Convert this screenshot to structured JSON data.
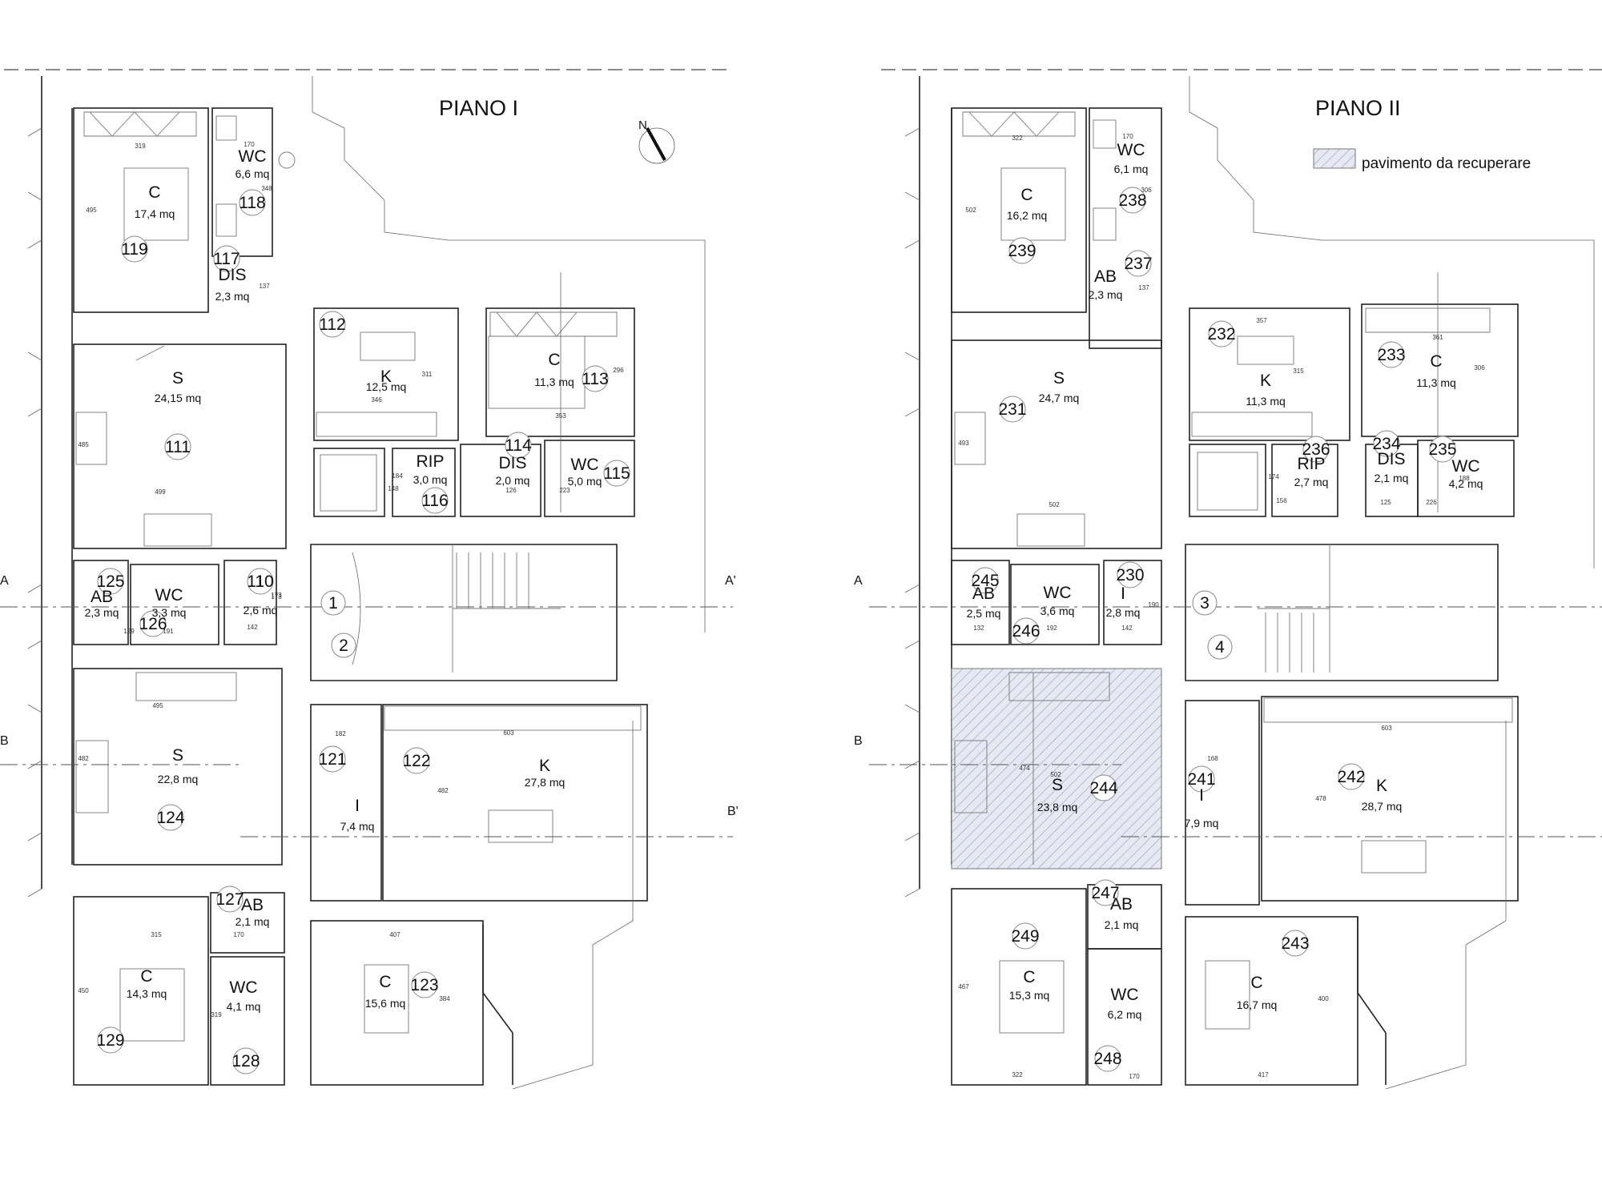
{
  "plans": [
    {
      "title": "PIANO I",
      "rooms": [
        {
          "id": "WC_118a",
          "code": "WC",
          "area": "6,6 mq",
          "num": "118"
        },
        {
          "id": "C_119",
          "code": "C",
          "area": "17,4 mq",
          "num": "119"
        },
        {
          "id": "DIS_117",
          "code": "DIS",
          "area": "2,3 mq",
          "num": "117"
        },
        {
          "id": "K_112",
          "code": "K",
          "area": "12,5 mq",
          "num": "112"
        },
        {
          "id": "C_113",
          "code": "C",
          "area": "11,3 mq",
          "num": "113"
        },
        {
          "id": "S_111",
          "code": "S",
          "area": "24,15 mq",
          "num": "111"
        },
        {
          "id": "RIP_116",
          "code": "RIP",
          "area": "3,0 mq",
          "num": "116"
        },
        {
          "id": "DIS_114",
          "code": "DIS",
          "area": "2,0 mq",
          "num": "114"
        },
        {
          "id": "WC_115",
          "code": "WC",
          "area": "5,0 mq",
          "num": "115"
        },
        {
          "id": "AB_125",
          "code": "AB",
          "area": "2,3 mq",
          "num": "125"
        },
        {
          "id": "WC_126",
          "code": "WC",
          "area": "3,3 mq",
          "num": "126"
        },
        {
          "id": "I_110",
          "code": "I",
          "area": "2,6 mq",
          "num": "110"
        },
        {
          "id": "S_124",
          "code": "S",
          "area": "22,8 mq",
          "num": "124"
        },
        {
          "id": "K_122",
          "code": "K",
          "area": "27,8 mq",
          "num": "122"
        },
        {
          "id": "I_121",
          "code": "I",
          "area": "7,4 mq",
          "num": "121"
        },
        {
          "id": "AB_127",
          "code": "AB",
          "area": "2,1 mq",
          "num": "127"
        },
        {
          "id": "C_129",
          "code": "C",
          "area": "14,3 mq",
          "num": "129"
        },
        {
          "id": "WC_128",
          "code": "WC",
          "area": "4,1 mq",
          "num": "128"
        },
        {
          "id": "C_123",
          "code": "C",
          "area": "15,6 mq",
          "num": "123"
        }
      ],
      "landing": [
        "1",
        "2"
      ],
      "sections": [
        "A",
        "A'",
        "B",
        "B'"
      ],
      "north": "N",
      "dims": [
        "319",
        "170",
        "495",
        "348",
        "137",
        "346",
        "311",
        "353",
        "296",
        "499",
        "485",
        "184",
        "148",
        "126",
        "223",
        "173",
        "129",
        "191",
        "142",
        "173",
        "495",
        "482",
        "603",
        "182",
        "482",
        "315",
        "170",
        "407",
        "384",
        "450",
        "319"
      ]
    },
    {
      "title": "PIANO II",
      "legend": "pavimento da recuperare",
      "rooms": [
        {
          "id": "WC_238",
          "code": "WC",
          "area": "6,1 mq",
          "num": "238"
        },
        {
          "id": "C_239",
          "code": "C",
          "area": "16,2 mq",
          "num": "239"
        },
        {
          "id": "AB_237",
          "code": "AB",
          "area": "2,3 mq",
          "num": "237"
        },
        {
          "id": "K_232",
          "code": "K",
          "area": "11,3 mq",
          "num": "232"
        },
        {
          "id": "C_233",
          "code": "C",
          "area": "11,3 mq",
          "num": "233"
        },
        {
          "id": "S_231",
          "code": "S",
          "area": "24,7 mq",
          "num": "231"
        },
        {
          "id": "RIP_236",
          "code": "RIP",
          "area": "2,7 mq",
          "num": "236"
        },
        {
          "id": "DIS_234",
          "code": "DIS",
          "area": "2,1 mq",
          "num": "234"
        },
        {
          "id": "WC_235",
          "code": "WC",
          "area": "4,2 mq",
          "num": "235"
        },
        {
          "id": "AB_245",
          "code": "AB",
          "area": "2,5 mq",
          "num": "245"
        },
        {
          "id": "WC_246",
          "code": "WC",
          "area": "3,6 mq",
          "num": "246"
        },
        {
          "id": "I_230",
          "code": "I",
          "area": "2,8 mq",
          "num": "230"
        },
        {
          "id": "S_244",
          "code": "S",
          "area": "23,8 mq",
          "num": "244"
        },
        {
          "id": "K_242",
          "code": "K",
          "area": "28,7 mq",
          "num": "242"
        },
        {
          "id": "I_241",
          "code": "I",
          "area": "7,9 mq",
          "num": "241"
        },
        {
          "id": "AB_247",
          "code": "AB",
          "area": "2,1 mq",
          "num": "247"
        },
        {
          "id": "C_249",
          "code": "C",
          "area": "15,3 mq",
          "num": "249"
        },
        {
          "id": "WC_248",
          "code": "WC",
          "area": "6,2 mq",
          "num": "248"
        },
        {
          "id": "C_243",
          "code": "C",
          "area": "16,7 mq",
          "num": "243"
        }
      ],
      "landing": [
        "3",
        "4"
      ],
      "sections": [
        "A",
        "B"
      ],
      "dims": [
        "322",
        "170",
        "502",
        "306",
        "137",
        "357",
        "315",
        "361",
        "306",
        "502",
        "493",
        "174",
        "156",
        "125",
        "226",
        "188",
        "132",
        "192",
        "142",
        "190",
        "474",
        "502",
        "603",
        "168",
        "478",
        "467",
        "322",
        "170",
        "417",
        "400"
      ]
    }
  ]
}
